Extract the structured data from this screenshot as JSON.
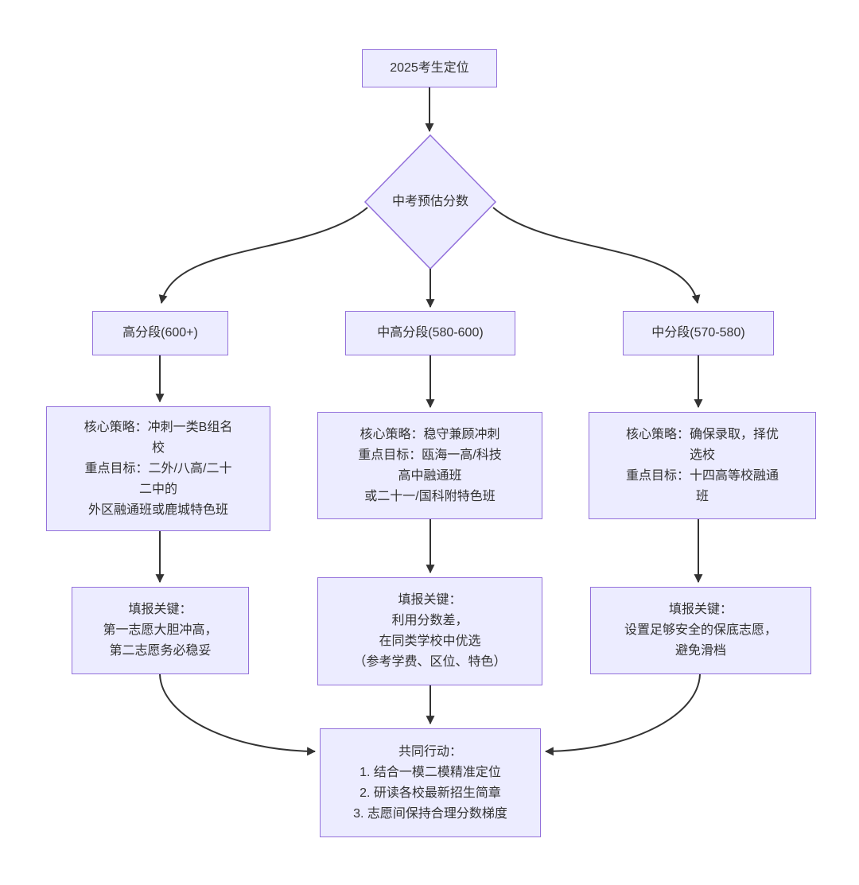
{
  "diagram": {
    "type": "flowchart",
    "direction": "top-down",
    "colors": {
      "node_fill": "#ECECFF",
      "node_border": "#9370DB",
      "edge_line": "#333333",
      "text": "#333333",
      "background": "#FFFFFF"
    },
    "nodes": {
      "start": {
        "shape": "rect",
        "label": "2025考生定位"
      },
      "decision": {
        "shape": "diamond",
        "label": "中考预估分数"
      },
      "band_high": {
        "shape": "rect",
        "label": "高分段(600+)"
      },
      "band_mid_high": {
        "shape": "rect",
        "label": "中高分段(580-600)"
      },
      "band_mid": {
        "shape": "rect",
        "label": "中分段(570-580)"
      },
      "strategy_high": {
        "shape": "rect",
        "label": "核心策略：冲刺一类B组名\n校\n重点目标：二外/八高/二十\n二中的\n外区融通班或鹿城特色班"
      },
      "strategy_mid_high": {
        "shape": "rect",
        "label": "核心策略：稳守兼顾冲刺\n重点目标：瓯海一高/科技\n高中融通班\n或二十一/国科附特色班"
      },
      "strategy_mid": {
        "shape": "rect",
        "label": "核心策略：确保录取，择优\n选校\n重点目标：十四高等校融通\n班"
      },
      "key_high": {
        "shape": "rect",
        "label": "填报关键：\n第一志愿大胆冲高，\n第二志愿务必稳妥"
      },
      "key_mid_high": {
        "shape": "rect",
        "label": "填报关键：\n利用分数差，\n在同类学校中优选\n（参考学费、区位、特色）"
      },
      "key_mid": {
        "shape": "rect",
        "label": "填报关键：\n设置足够安全的保底志愿，\n避免滑档"
      },
      "common_action": {
        "shape": "rect",
        "label": "共同行动：\n1. 结合一模二模精准定位\n2. 研读各校最新招生简章\n3. 志愿间保持合理分数梯度"
      }
    },
    "edges": [
      {
        "from": "start",
        "to": "decision"
      },
      {
        "from": "decision",
        "to": "band_high"
      },
      {
        "from": "decision",
        "to": "band_mid_high"
      },
      {
        "from": "decision",
        "to": "band_mid"
      },
      {
        "from": "band_high",
        "to": "strategy_high"
      },
      {
        "from": "band_mid_high",
        "to": "strategy_mid_high"
      },
      {
        "from": "band_mid",
        "to": "strategy_mid"
      },
      {
        "from": "strategy_high",
        "to": "key_high"
      },
      {
        "from": "strategy_mid_high",
        "to": "key_mid_high"
      },
      {
        "from": "strategy_mid",
        "to": "key_mid"
      },
      {
        "from": "key_high",
        "to": "common_action"
      },
      {
        "from": "key_mid_high",
        "to": "common_action"
      },
      {
        "from": "key_mid",
        "to": "common_action"
      }
    ]
  }
}
